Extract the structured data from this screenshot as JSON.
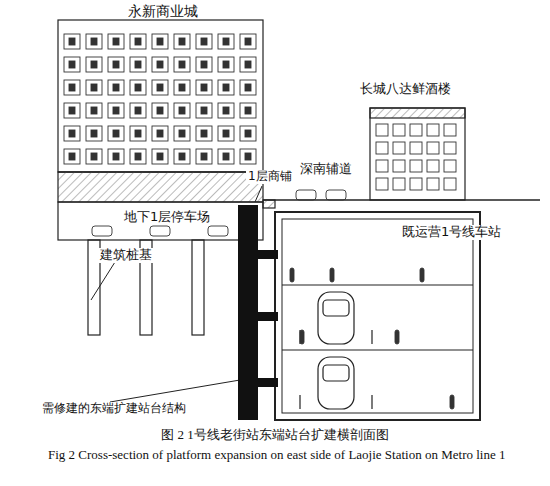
{
  "diagram": {
    "caption": "图 2 1号线老街站东端站台扩建横剖面图",
    "labels": [
      "永新商业城",
      "地下1层停车场",
      "1层商铺",
      "深南辅道",
      "长城八达鲜酒楼",
      "建筑桩基",
      "既运营1号线车站",
      "需修建的东端扩建站台结构",
      "Fig 2 Cross-section of platform expansion on east side of Laojie Station on Metro line 1"
    ]
  }
}
